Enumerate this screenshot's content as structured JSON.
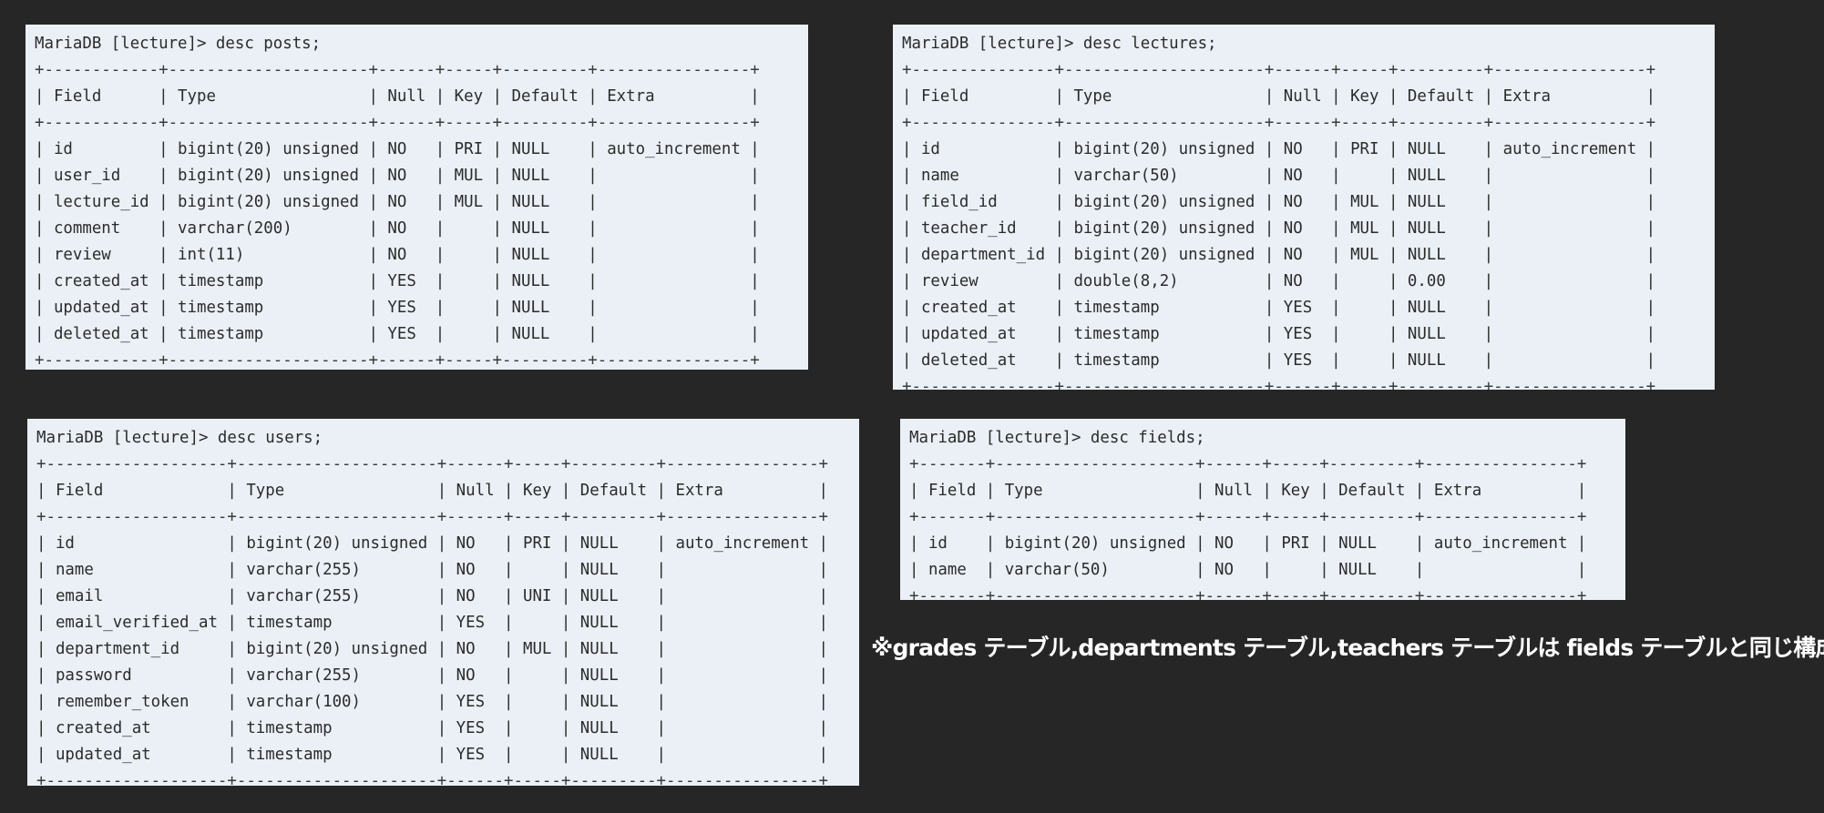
{
  "panels": [
    {
      "id": "posts",
      "command": "MariaDB [lecture]> desc posts;",
      "separator": "+------------+---------------------+------+-----+---------+----------------+",
      "header": "| Field      | Type                | Null | Key | Default | Extra          |",
      "rows": [
        "| id         | bigint(20) unsigned | NO   | PRI | NULL    | auto_increment |",
        "| user_id    | bigint(20) unsigned | NO   | MUL | NULL    |                |",
        "| lecture_id | bigint(20) unsigned | NO   | MUL | NULL    |                |",
        "| comment    | varchar(200)        | NO   |     | NULL    |                |",
        "| review     | int(11)             | NO   |     | NULL    |                |",
        "| created_at | timestamp           | YES  |     | NULL    |                |",
        "| updated_at | timestamp           | YES  |     | NULL    |                |",
        "| deleted_at | timestamp           | YES  |     | NULL    |                |"
      ]
    },
    {
      "id": "lectures",
      "command": "MariaDB [lecture]> desc lectures;",
      "separator": "+---------------+---------------------+------+-----+---------+----------------+",
      "header": "| Field         | Type                | Null | Key | Default | Extra          |",
      "rows": [
        "| id            | bigint(20) unsigned | NO   | PRI | NULL    | auto_increment |",
        "| name          | varchar(50)         | NO   |     | NULL    |                |",
        "| field_id      | bigint(20) unsigned | NO   | MUL | NULL    |                |",
        "| teacher_id    | bigint(20) unsigned | NO   | MUL | NULL    |                |",
        "| department_id | bigint(20) unsigned | NO   | MUL | NULL    |                |",
        "| review        | double(8,2)         | NO   |     | 0.00    |                |",
        "| created_at    | timestamp           | YES  |     | NULL    |                |",
        "| updated_at    | timestamp           | YES  |     | NULL    |                |",
        "| deleted_at    | timestamp           | YES  |     | NULL    |                |"
      ]
    },
    {
      "id": "users",
      "command": "MariaDB [lecture]> desc users;",
      "separator": "+-------------------+---------------------+------+-----+---------+----------------+",
      "header": "| Field             | Type                | Null | Key | Default | Extra          |",
      "rows": [
        "| id                | bigint(20) unsigned | NO   | PRI | NULL    | auto_increment |",
        "| name              | varchar(255)        | NO   |     | NULL    |                |",
        "| email             | varchar(255)        | NO   | UNI | NULL    |                |",
        "| email_verified_at | timestamp           | YES  |     | NULL    |                |",
        "| department_id     | bigint(20) unsigned | NO   | MUL | NULL    |                |",
        "| password          | varchar(255)        | NO   |     | NULL    |                |",
        "| remember_token    | varchar(100)        | YES  |     | NULL    |                |",
        "| created_at        | timestamp           | YES  |     | NULL    |                |",
        "| updated_at        | timestamp           | YES  |     | NULL    |                |"
      ]
    },
    {
      "id": "fields",
      "command": "MariaDB [lecture]> desc fields;",
      "separator": "+-------+---------------------+------+-----+---------+----------------+",
      "header": "| Field | Type                | Null | Key | Default | Extra          |",
      "rows": [
        "| id    | bigint(20) unsigned | NO   | PRI | NULL    | auto_increment |",
        "| name  | varchar(50)         | NO   |     | NULL    |                |"
      ]
    }
  ],
  "note": "※grades テーブル,departments テーブル,teachers テーブルは fields テーブルと同じ構成"
}
